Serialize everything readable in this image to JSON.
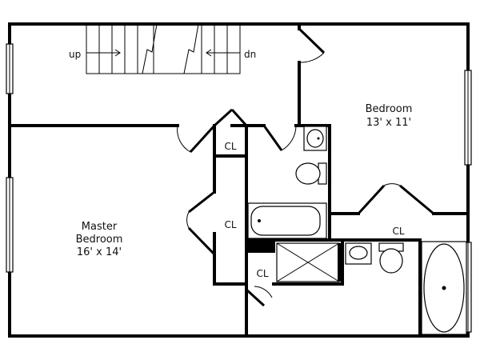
{
  "stairs": {
    "up_label": "up",
    "down_label": "dn"
  },
  "rooms": {
    "bedroom": {
      "name": "Bedroom",
      "size": "13' x 11'"
    },
    "master": {
      "name_line1": "Master",
      "name_line2": "Bedroom",
      "size": "16' x 14'"
    }
  },
  "closets": {
    "upper_left": "CL",
    "middle_left": "CL",
    "lower_left": "CL",
    "bedroom": "CL"
  }
}
